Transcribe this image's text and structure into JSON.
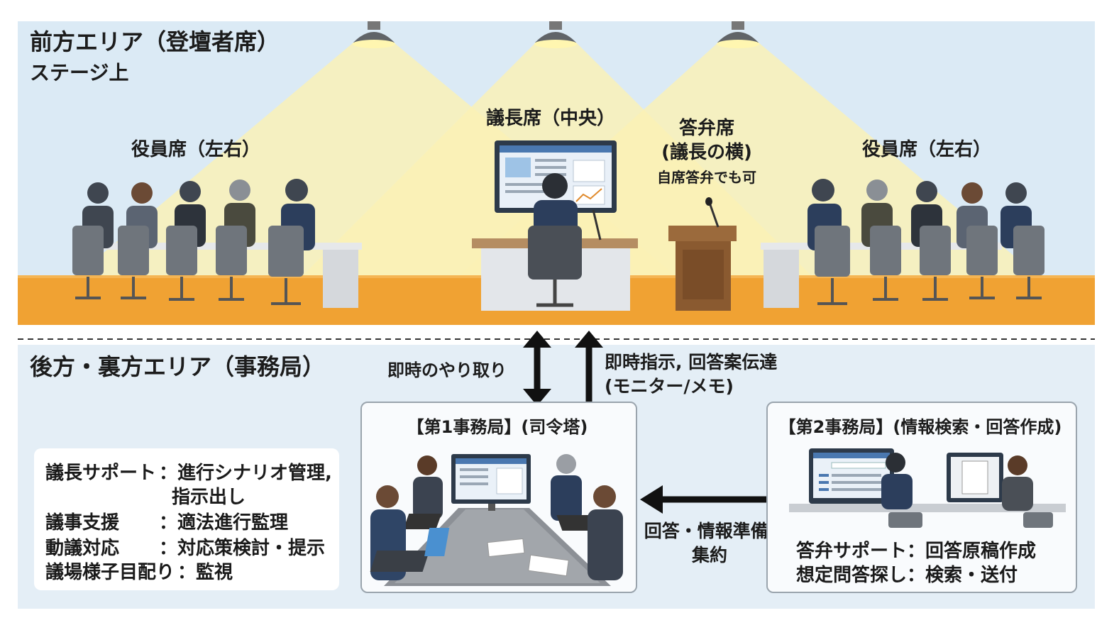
{
  "front_area": {
    "title": "前方エリア（登壇者席）",
    "subtitle": "ステージ上",
    "officers_left": "役員席（左右）",
    "officers_right": "役員席（左右）",
    "chair_seat": "議長席（中央）",
    "answer_seat": {
      "line1": "答弁席",
      "line2": "(議長の横)",
      "line3": "自席答弁でも可"
    }
  },
  "back_area": {
    "title": "後方・裏方エリア（事務局）"
  },
  "arrows": {
    "realtime_exchange": "即時のやり取り",
    "instruction": {
      "line1": "即時指示, 回答案伝達",
      "line2": "(モニター/メモ)"
    },
    "answer_prep": {
      "line1": "回答・情報準備,",
      "line2": "集約"
    }
  },
  "office1": {
    "title": "【第1事務局】(司令塔)"
  },
  "office2": {
    "title": "【第2事務局】(情報検索・回答作成)",
    "rows": [
      "答弁サポート：回答原稿作成",
      "想定問答探し：検索・送付"
    ]
  },
  "roles": [
    {
      "label": "議長サポート",
      "value": "：進行シナリオ管理,",
      "value2": "指示出し"
    },
    {
      "label": "議事支援",
      "value": "：適法進行監理"
    },
    {
      "label": "動議対応",
      "value": "：対応策検討・提示"
    },
    {
      "label": "議場様子目配り",
      "value": "：監視"
    }
  ],
  "colors": {
    "front_bg": "#dbeaf5",
    "stage_floor": "#f0a233",
    "back_bg": "#e4eef6",
    "light_beam": "#fbf1b4",
    "arrow": "#111111"
  }
}
